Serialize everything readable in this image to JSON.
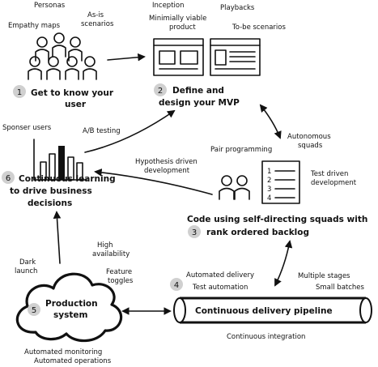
{
  "steps": [
    {
      "number": "1",
      "title_lines": [
        "Get to know your",
        "user"
      ]
    },
    {
      "number": "2",
      "title_lines": [
        "Define and",
        "design your MVP"
      ]
    },
    {
      "number": "3",
      "title_lines": [
        "Code using self-directing squads with",
        "rank ordered backlog"
      ]
    },
    {
      "number": "4",
      "title_lines": [
        "Continuous delivery pipeline"
      ]
    },
    {
      "number": "5",
      "title_lines": [
        "Production",
        "system"
      ]
    },
    {
      "number": "6",
      "title_lines": [
        "Continuous learning",
        "to drive business",
        "decisions"
      ]
    }
  ],
  "annotations": {
    "personas": "Personas",
    "empathy_maps": "Empathy maps",
    "as_is_scenarios": [
      "As-is",
      "scenarios"
    ],
    "inception": "Inception",
    "playbacks": "Playbacks",
    "mvp_product": [
      "Minimially viable",
      "product"
    ],
    "to_be_scenarios": "To-be scenarios",
    "sponser_users": "Sponser users",
    "ab_testing": "A/B testing",
    "pair_programming": "Pair programming",
    "autonomous_squads": [
      "Autonomous",
      "squads"
    ],
    "hypothesis_driven": [
      "Hypothesis driven",
      "development"
    ],
    "test_driven": [
      "Test driven",
      "development"
    ],
    "high_availability": [
      "High",
      "availability"
    ],
    "dark_launch": [
      "Dark",
      "launch"
    ],
    "feature_toggles": [
      "Feature",
      "toggles"
    ],
    "automated_delivery": "Automated delivery",
    "test_automation": "Test automation",
    "multiple_stages": "Multiple stages",
    "small_batches": "Small batches",
    "continuous_integration": "Continuous integration",
    "automated_monitoring": "Automated monitoring",
    "automated_operations": "Automated operations"
  },
  "backlog_numbers": [
    "1",
    "2",
    "3",
    "4"
  ]
}
